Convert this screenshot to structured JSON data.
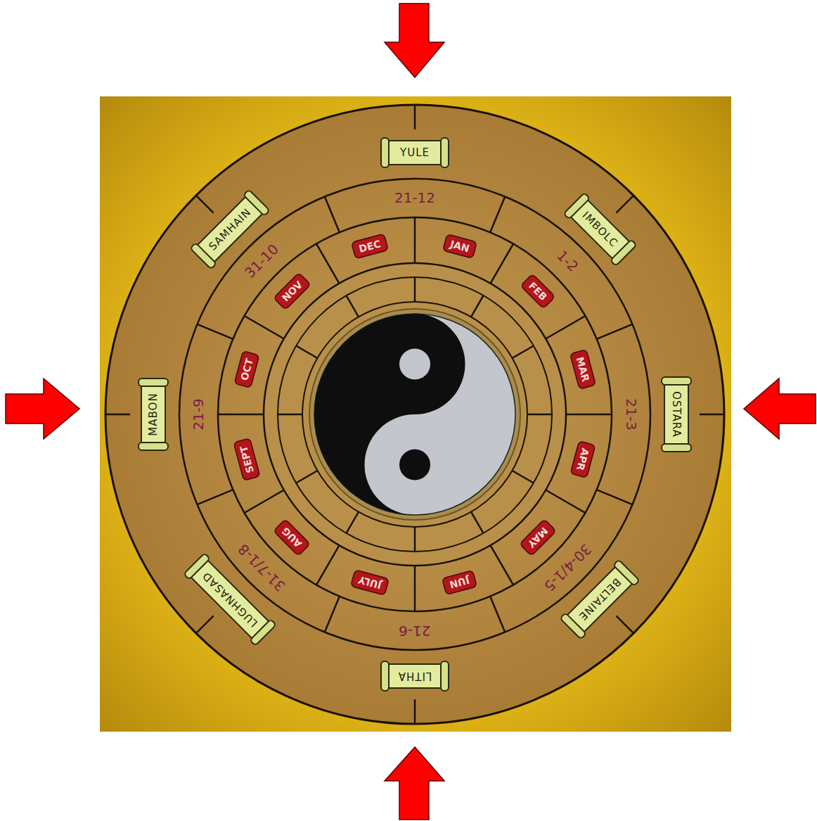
{
  "diagram": {
    "nodes": [
      {
        "text": [
          "YULE"
        ]
      },
      {
        "text": [
          "IMBOLC"
        ]
      },
      {
        "text": [
          "OSTARA"
        ]
      },
      {
        "text": [
          "BELTAINE"
        ]
      },
      {
        "text": [
          "LITHA"
        ]
      },
      {
        "text": [
          "LUGHNASAD"
        ]
      },
      {
        "text": [
          "MABON"
        ]
      },
      {
        "text": [
          "SAMHAIN"
        ]
      },
      {
        "text": [
          "JAN"
        ]
      },
      {
        "text": [
          "FEB"
        ]
      },
      {
        "text": [
          "MAR"
        ]
      },
      {
        "text": [
          "APR"
        ]
      },
      {
        "text": [
          "MAY"
        ]
      },
      {
        "text": [
          "JUN"
        ]
      },
      {
        "text": [
          "JULY"
        ]
      },
      {
        "text": [
          "AUG"
        ]
      },
      {
        "text": [
          "SEPT"
        ]
      },
      {
        "text": [
          "OCT"
        ]
      },
      {
        "text": [
          "NOV"
        ]
      },
      {
        "text": [
          "DEC"
        ]
      }
    ],
    "labels": [
      "21-12",
      "1-2",
      "21-3",
      "30-4/1-5",
      "21-6",
      "31-7/1-8",
      "21-9",
      "31-10"
    ]
  }
}
